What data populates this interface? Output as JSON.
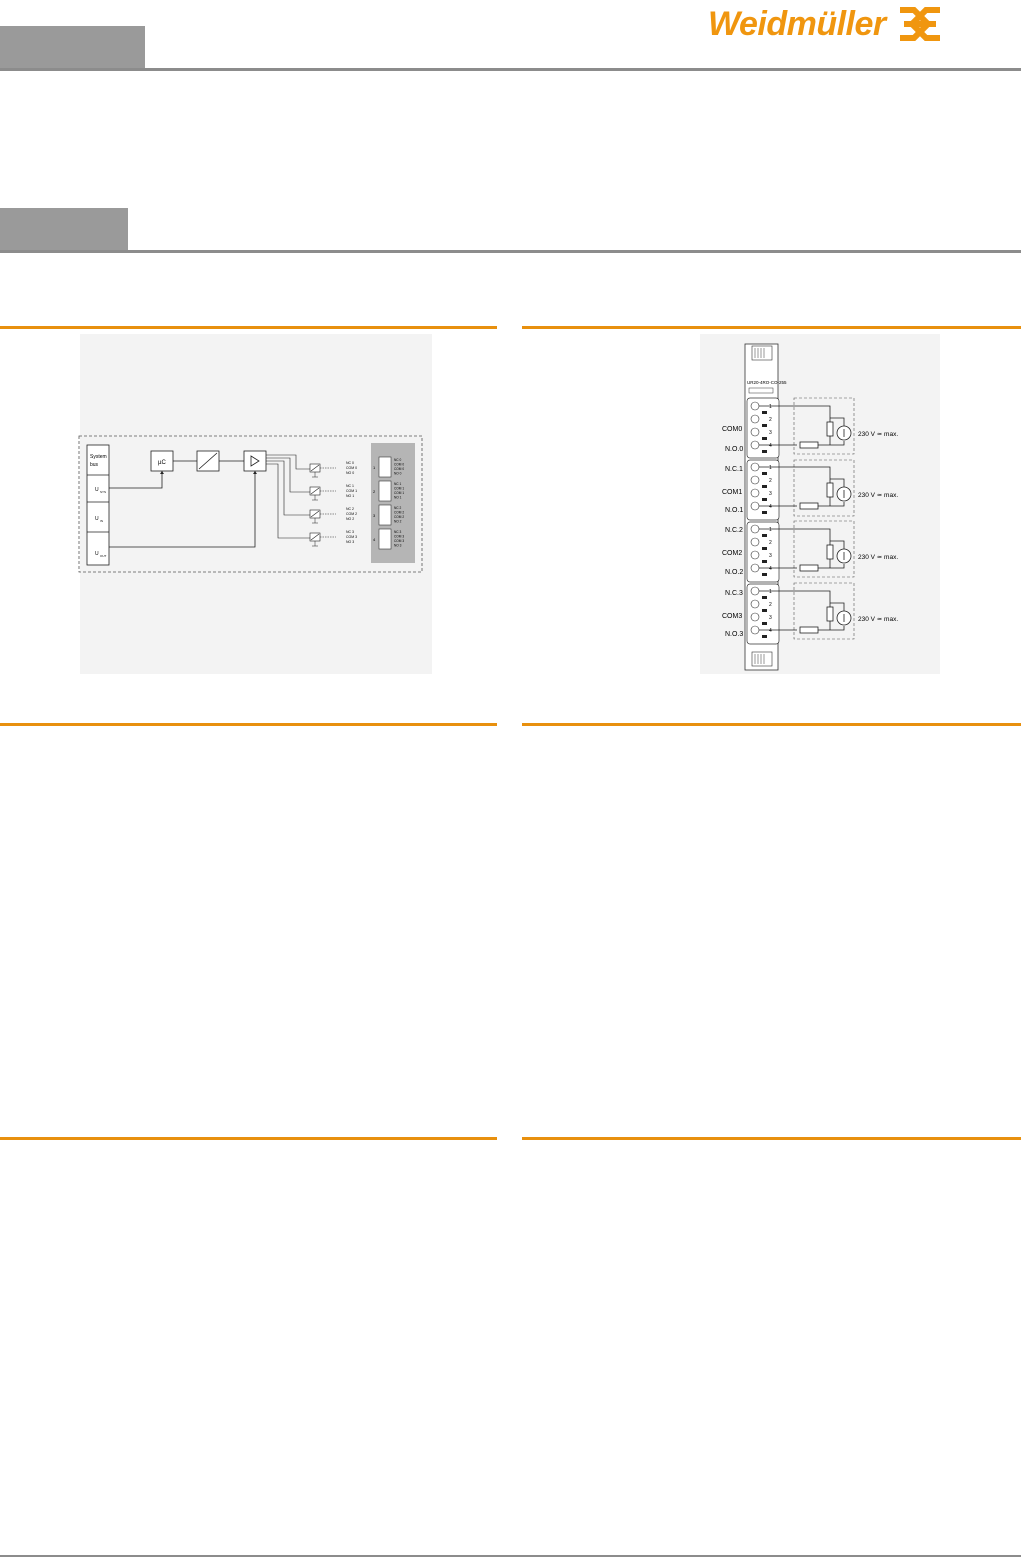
{
  "header": {
    "brand": "Weidmüller",
    "brand_color": "#f0960f",
    "logo_icon": "weidmuller-cross-icon"
  },
  "colors": {
    "tab_gray": "#9a9a9a",
    "rule_gray": "#8c8c8c",
    "accent_orange": "#e8900e"
  },
  "block_diagram": {
    "system_bus": [
      "System",
      "bus"
    ],
    "supply_labels": [
      "U",
      "U",
      "U"
    ],
    "supply_subs": [
      "SYS",
      "IN",
      "OUT"
    ],
    "group_numbers": [
      "1",
      "2",
      "3",
      "4"
    ],
    "relay_outputs": [
      [
        "NC 0",
        "COM 0",
        "NO 0"
      ],
      [
        "NC 1",
        "COM 1",
        "NO 1"
      ],
      [
        "NC 2",
        "COM 2",
        "NO 2"
      ],
      [
        "NC 3",
        "COM 3",
        "NO 3"
      ]
    ],
    "connector_labels": [
      [
        "NC 0",
        "COM 0",
        "COM 0",
        "NO 0"
      ],
      [
        "NC 1",
        "COM 1",
        "COM 1",
        "NO 1"
      ],
      [
        "NC 2",
        "COM 2",
        "COM 2",
        "NO 2"
      ],
      [
        "NC 3",
        "COM 3",
        "COM 3",
        "NO 3"
      ]
    ]
  },
  "wiring_diagram": {
    "module_label": "UR20-4RO-CO-255",
    "groups": [
      {
        "nc": "",
        "com": "COM0",
        "no": "N.O.0",
        "voltage": "230 V ≃ max."
      },
      {
        "nc": "N.C.1",
        "com": "COM1",
        "no": "N.O.1",
        "voltage": "230 V ≃ max."
      },
      {
        "nc": "N.C.2",
        "com": "COM2",
        "no": "N.O.2",
        "voltage": "230 V ≃ max."
      },
      {
        "nc": "N.C.3",
        "com": "COM3",
        "no": "N.O.3",
        "voltage": "230 V ≃ max."
      }
    ],
    "terminal_numbers": [
      "1",
      "2",
      "3",
      "4"
    ]
  }
}
